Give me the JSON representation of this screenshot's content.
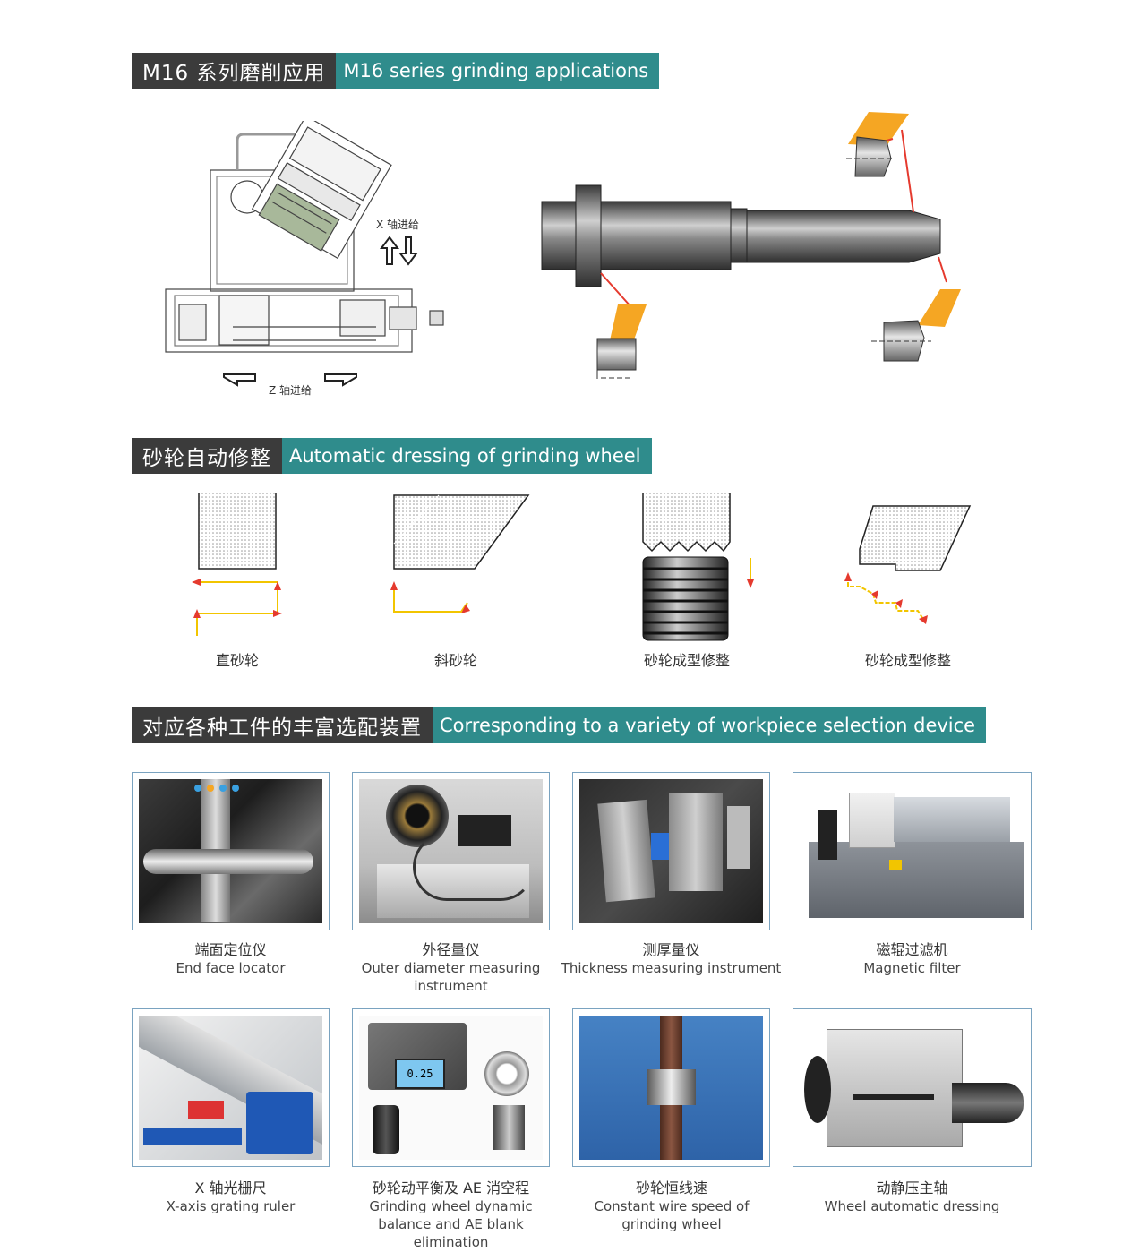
{
  "section1": {
    "title_zh": "M16 系列磨削应用",
    "title_en": "M16 series grinding applications",
    "x_axis_label": "X 轴进给",
    "z_axis_label": "Z 轴进给"
  },
  "section2": {
    "title_zh": "砂轮自动修整",
    "title_en": "Automatic dressing of grinding wheel",
    "items": [
      {
        "label": "直砂轮"
      },
      {
        "label": "斜砂轮"
      },
      {
        "label": "砂轮成型修整"
      },
      {
        "label": "砂轮成型修整"
      }
    ]
  },
  "section3": {
    "title_zh": "对应各种工件的丰富选配装置",
    "title_en": "Corresponding to a variety of workpiece selection device",
    "items": [
      {
        "zh": "端面定位仪",
        "en": "End face locator"
      },
      {
        "zh": "外径量仪",
        "en": "Outer diameter measuring instrument"
      },
      {
        "zh": "测厚量仪",
        "en": "Thickness measuring instrument"
      },
      {
        "zh": "磁辊过滤机",
        "en": "Magnetic filter"
      },
      {
        "zh": "X 轴光栅尺",
        "en": "X-axis grating ruler"
      },
      {
        "zh": "砂轮动平衡及 AE 消空程",
        "en": "Grinding wheel dynamic balance and AE blank elimination"
      },
      {
        "zh": "砂轮恒线速",
        "en": "Constant wire speed of grinding wheel"
      },
      {
        "zh": "动静压主轴",
        "en": "Wheel automatic dressing"
      }
    ]
  },
  "balancer_display": "0.25",
  "colors": {
    "header_dark": "#3b3b3b",
    "header_teal": "#2f8c8c",
    "frame_blue": "#7aa3c0",
    "arrow_red": "#e53a2e",
    "arrow_yellow": "#f2c500",
    "wheel_orange": "#f5a623"
  }
}
